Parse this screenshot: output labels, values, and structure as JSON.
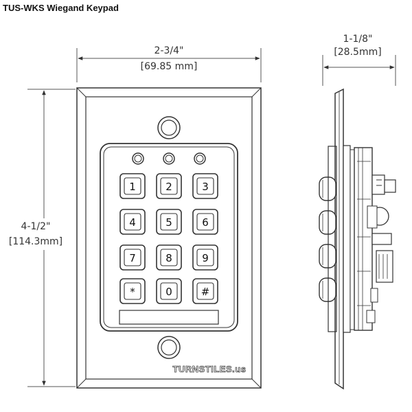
{
  "title": "TUS-WKS Wiegand Keypad",
  "dimensions": {
    "width_frac": "2-3/4\"",
    "width_mm": "[69.85 mm]",
    "height_frac": "4-1/2\"",
    "height_mm": "[114.3mm]",
    "depth_frac": "1-1/8\"",
    "depth_mm": "[28.5mm]"
  },
  "keys": [
    "1",
    "2",
    "3",
    "4",
    "5",
    "6",
    "7",
    "8",
    "9",
    "*",
    "0",
    "#"
  ],
  "brand": "TURNSTILES.us",
  "colors": {
    "line": "#333333",
    "brand": "#ffffff"
  }
}
